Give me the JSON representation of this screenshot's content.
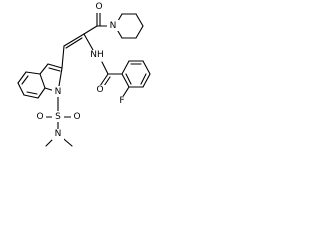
{
  "structure": {
    "atom_labels": {
      "amide_oxygen": "O",
      "piperidine_nitrogen": "N",
      "amide_nh": "NH",
      "benzamide_oxygen": "O",
      "fluorine": "F",
      "indole_nitrogen": "N",
      "sulfonyl_sulfur": "S",
      "sulfonyl_oxygen_left": "O",
      "sulfonyl_oxygen_right": "O",
      "dimethylamine_nitrogen": "N"
    }
  }
}
